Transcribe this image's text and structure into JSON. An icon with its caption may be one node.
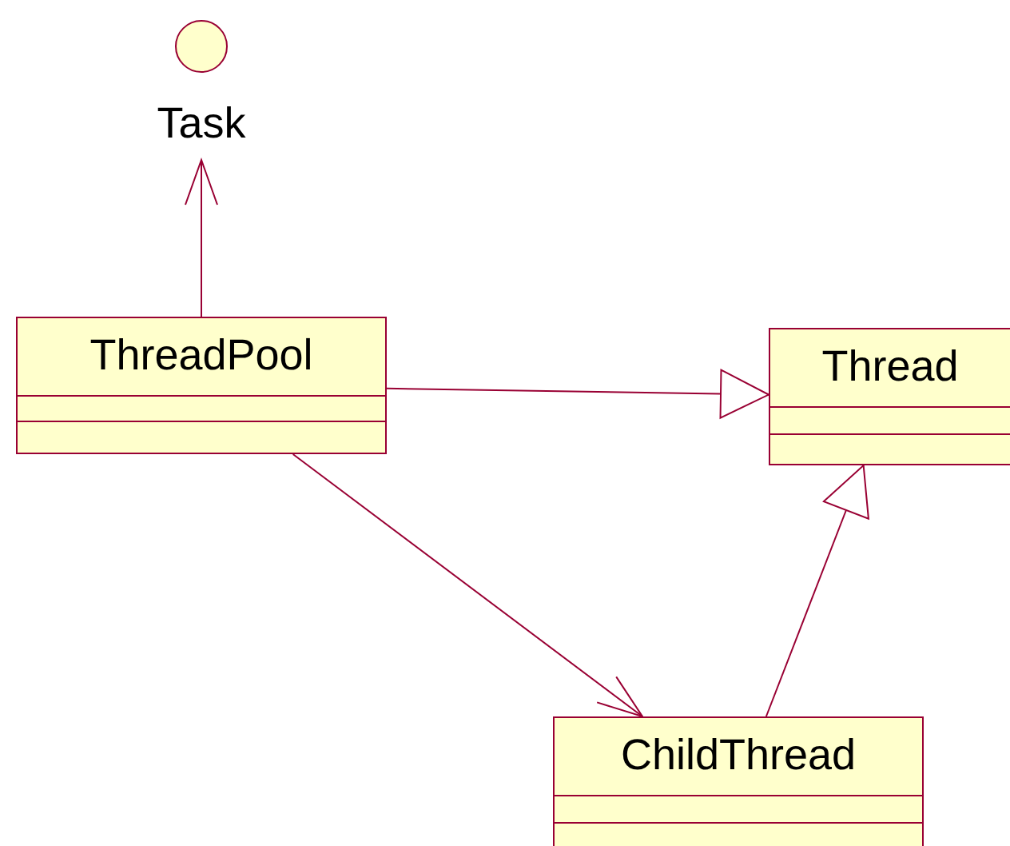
{
  "diagram": {
    "nodes": [
      {
        "text": [
          "Task"
        ]
      },
      {
        "text": [
          "ThreadPool"
        ]
      },
      {
        "text": [
          "Thread"
        ]
      },
      {
        "text": [
          "ChildThread"
        ]
      }
    ],
    "edges": [
      {
        "from": 1,
        "to": 0,
        "arrow": "to"
      },
      {
        "from": 1,
        "to": 2,
        "arrow": "to"
      },
      {
        "from": 1,
        "to": 3,
        "arrow": "to"
      },
      {
        "from": 3,
        "to": 2,
        "arrow": "to"
      }
    ]
  }
}
